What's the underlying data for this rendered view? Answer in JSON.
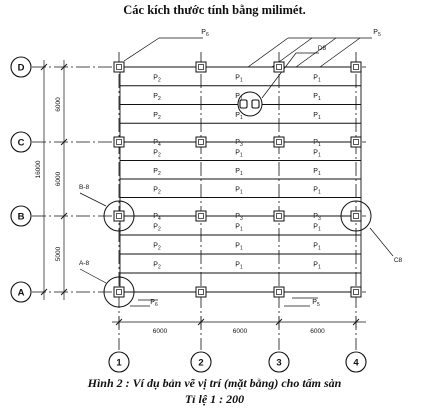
{
  "header": {
    "units_note": "Các kích thước tính bằng milimét."
  },
  "grid": {
    "axis_letters": [
      "D",
      "C",
      "B",
      "A"
    ],
    "axis_numbers": [
      "1",
      "2",
      "3",
      "4"
    ]
  },
  "dimensions": {
    "horizontal": [
      "6000",
      "6000",
      "6000"
    ],
    "vertical_spans": [
      "6000",
      "6000",
      "5000"
    ],
    "vertical_total": "16000"
  },
  "callouts": {
    "p6_top": "P6",
    "p5_top": "P5",
    "d8": "D8",
    "b8": "B-8",
    "a8": "A-8",
    "c8": "C8",
    "p6_bottom": "P6",
    "p5_bottom": "P5"
  },
  "slab_rows": [
    [
      "P2",
      "P1",
      "P1"
    ],
    [
      "P2",
      "P1",
      "P1"
    ],
    [
      "P2",
      "P1",
      "P1"
    ],
    [
      "P4",
      "P3",
      "P1"
    ],
    [
      "P2",
      "P1",
      "P1"
    ],
    [
      "P2",
      "P1",
      "P1"
    ],
    [
      "P2",
      "P1",
      "P1"
    ],
    [
      "P4",
      "P3",
      "P3"
    ],
    [
      "P2",
      "P1",
      "P1"
    ],
    [
      "P2",
      "P1",
      "P1"
    ],
    [
      "P2",
      "P1",
      "P1"
    ]
  ],
  "footer": {
    "caption": "Hình 2 : Ví dụ bản vẽ vị trí (mặt bằng) cho tấm sàn",
    "scale": "Tỉ lệ 1 : 200"
  }
}
